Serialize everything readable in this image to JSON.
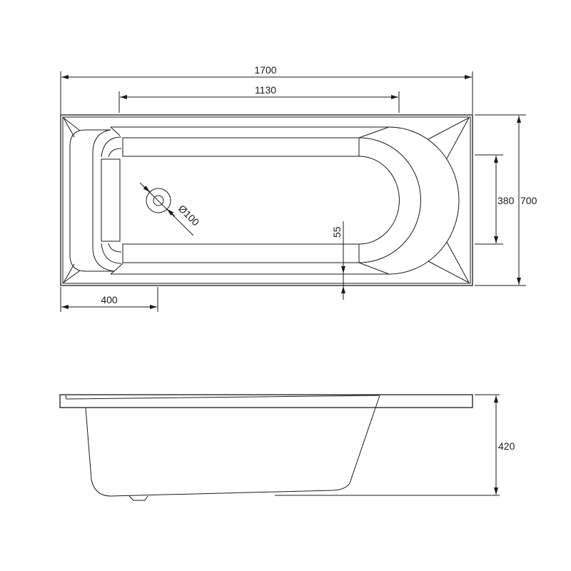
{
  "dimensions": {
    "overall_length": "1700",
    "inner_length": "1130",
    "inner_width": "380",
    "overall_width": "700",
    "drain_offset": "400",
    "rim_offset": "55",
    "drain_diameter": "Ø100",
    "height": "420"
  },
  "colors": {
    "line": "#1a1a1a",
    "background": "#ffffff"
  }
}
